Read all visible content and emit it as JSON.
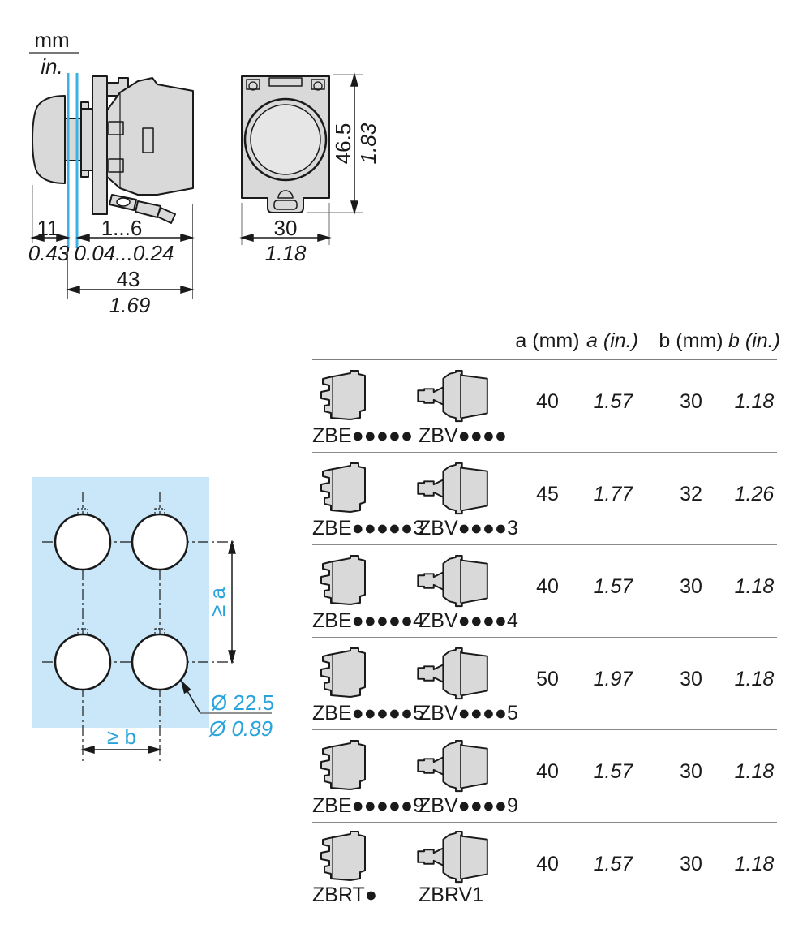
{
  "figures": {
    "legend": {
      "mm": "mm",
      "in": "in."
    },
    "side_view": {
      "d1_mm": "11",
      "d1_in": "0.43",
      "d2_mm": "1...6",
      "d2_in": "0.04...0.24",
      "d3_mm": "43",
      "d3_in": "1.69"
    },
    "front_view": {
      "h_mm": "46.5",
      "h_in": "1.83",
      "w_mm": "30",
      "w_in": "1.18"
    },
    "cutout": {
      "vertical_spacing": "≥ a",
      "horizontal_spacing": "≥ b",
      "diameter_mm": "Ø 22.5",
      "diameter_in": "Ø 0.89"
    }
  },
  "table": {
    "headers": [
      "a (mm)",
      "a (in.)",
      "b (mm)",
      "b (in.)"
    ],
    "rows": [
      {
        "zbe": "ZBE●●●●●",
        "zbv": "ZBV●●●●",
        "a_mm": "40",
        "a_in": "1.57",
        "b_mm": "30",
        "b_in": "1.18"
      },
      {
        "zbe": "ZBE●●●●●3",
        "zbv": "ZBV●●●●3",
        "a_mm": "45",
        "a_in": "1.77",
        "b_mm": "32",
        "b_in": "1.26"
      },
      {
        "zbe": "ZBE●●●●●4",
        "zbv": "ZBV●●●●4",
        "a_mm": "40",
        "a_in": "1.57",
        "b_mm": "30",
        "b_in": "1.18"
      },
      {
        "zbe": "ZBE●●●●●5",
        "zbv": "ZBV●●●●5",
        "a_mm": "50",
        "a_in": "1.97",
        "b_mm": "30",
        "b_in": "1.18"
      },
      {
        "zbe": "ZBE●●●●●9",
        "zbv": "ZBV●●●●9",
        "a_mm": "40",
        "a_in": "1.57",
        "b_mm": "30",
        "b_in": "1.18"
      },
      {
        "zbe": "ZBRT●",
        "zbv": "ZBRV1",
        "a_mm": "40",
        "a_in": "1.57",
        "b_mm": "30",
        "b_in": "1.18"
      }
    ]
  },
  "colors": {
    "accent_cyan": "#29A3DC",
    "panel_blue": "#C9E7F8",
    "part_fill": "#D9D9D9",
    "outline": "#1A1A1A",
    "rule_gray": "#8A8A8A"
  }
}
